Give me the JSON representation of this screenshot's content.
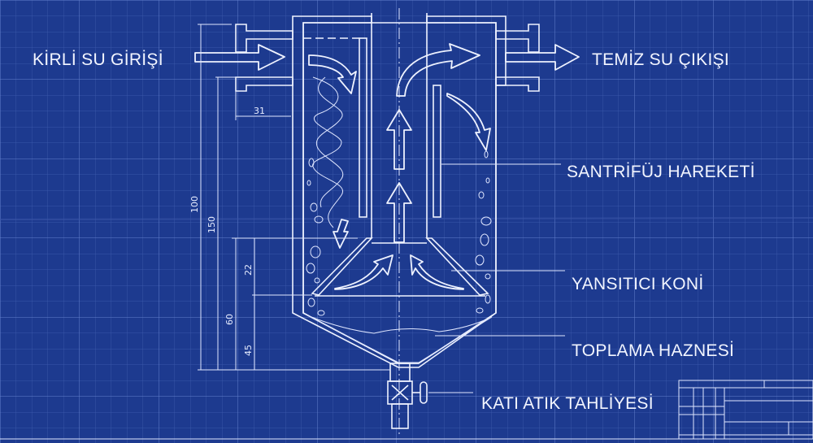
{
  "labels": {
    "inlet": "KİRLİ SU GİRİŞİ",
    "outlet": "TEMİZ SU ÇIKIŞI",
    "centrifugal": "SANTRİFÜJ HAREKETİ",
    "reflector_cone": "YANSITICI KONİ",
    "collection_chamber": "TOPLAMA HAZNESİ",
    "solid_waste_drain": "KATI ATIK TAHLİYESİ"
  },
  "dimensions": {
    "flange_width": "31",
    "height_total": "100",
    "height_body": "150",
    "height_lower": "60",
    "cone_height": "22",
    "chamber_height": "45"
  },
  "colors": {
    "background": "#1d3a8f",
    "lines": "#eef2ff"
  }
}
